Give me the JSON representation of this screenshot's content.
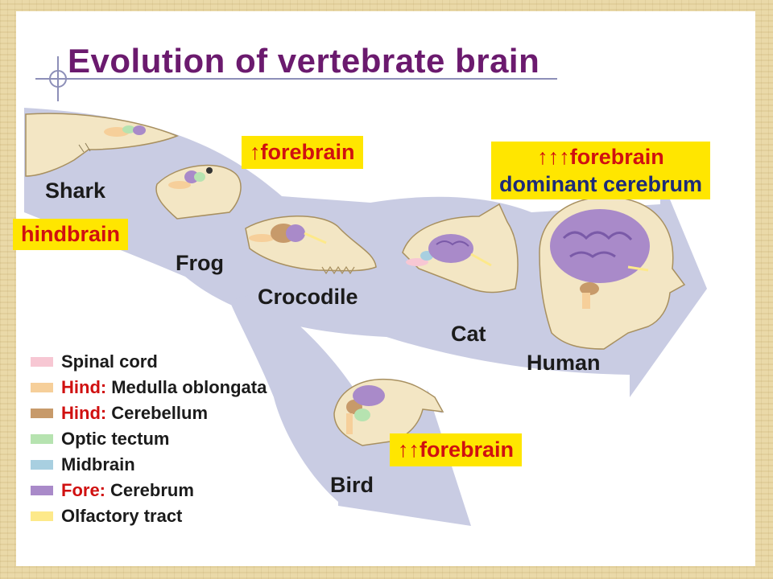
{
  "title": "Evolution of vertebrate brain",
  "animals": {
    "shark": "Shark",
    "frog": "Frog",
    "crocodile": "Crocodile",
    "cat": "Cat",
    "human": "Human",
    "bird": "Bird"
  },
  "callouts": {
    "hindbrain": "hindbrain",
    "forebrain_1": "↑forebrain",
    "forebrain_2": "↑↑forebrain",
    "forebrain_3": "↑↑↑forebrain",
    "dominant_cerebrum": "dominant cerebrum"
  },
  "legend": [
    {
      "key": "",
      "text": "Spinal cord",
      "color": "#f7c7d3"
    },
    {
      "key": "Hind:",
      "text": "Medulla oblongata",
      "color": "#f6cf9a"
    },
    {
      "key": "Hind:",
      "text": "Cerebellum",
      "color": "#c79a6a"
    },
    {
      "key": "",
      "text": "Optic tectum",
      "color": "#b6e3b0"
    },
    {
      "key": "",
      "text": "Midbrain",
      "color": "#a8cfe0"
    },
    {
      "key": "Fore:",
      "text": "Cerebrum",
      "color": "#a98ac9"
    },
    {
      "key": "",
      "text": "Olfactory tract",
      "color": "#fde98a"
    }
  ],
  "colors": {
    "title": "#6b1a6e",
    "callout_bg": "#ffe600",
    "arrow": "#c9cce3",
    "cerebrum": "#a37fd0",
    "background": "#ead9a8"
  }
}
